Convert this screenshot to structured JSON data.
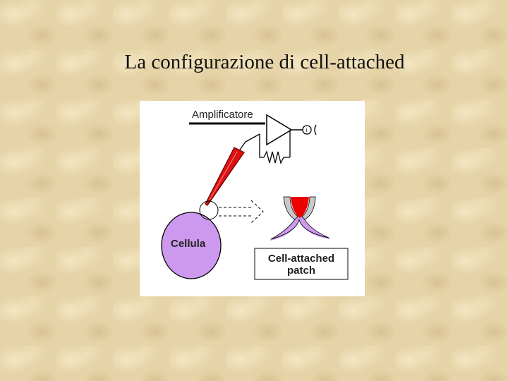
{
  "slide": {
    "title": "La configurazione di cell-attached"
  },
  "diagram": {
    "amplifier_label": "Amplificatore",
    "meter_label": "I",
    "cell_label": "Cellula",
    "patch_label_line1": "Cell-attached",
    "patch_label_line2": "patch"
  },
  "colors": {
    "background": "#e6d4a8",
    "cell_fill": "#cc99ee",
    "pipette_fill": "#dd1111",
    "pipette_glass": "#c8c8c8"
  }
}
